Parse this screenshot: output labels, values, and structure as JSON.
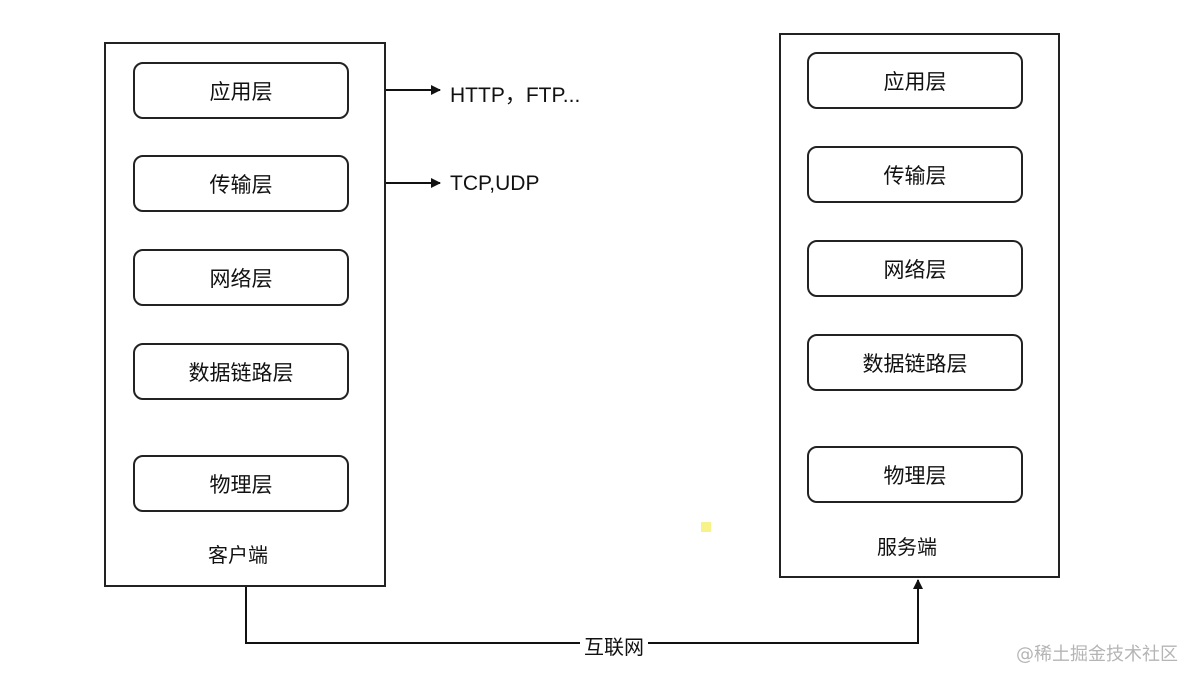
{
  "client": {
    "label": "客户端",
    "layers": [
      "应用层",
      "传输层",
      "网络层",
      "数据链路层",
      "物理层"
    ]
  },
  "server": {
    "label": "服务端",
    "layers": [
      "应用层",
      "传输层",
      "网络层",
      "数据链路层",
      "物理层"
    ]
  },
  "protocols": {
    "application": "HTTP，FTP...",
    "transport": "TCP,UDP"
  },
  "link_label": "互联网",
  "watermark": "@稀土掘金技术社区"
}
